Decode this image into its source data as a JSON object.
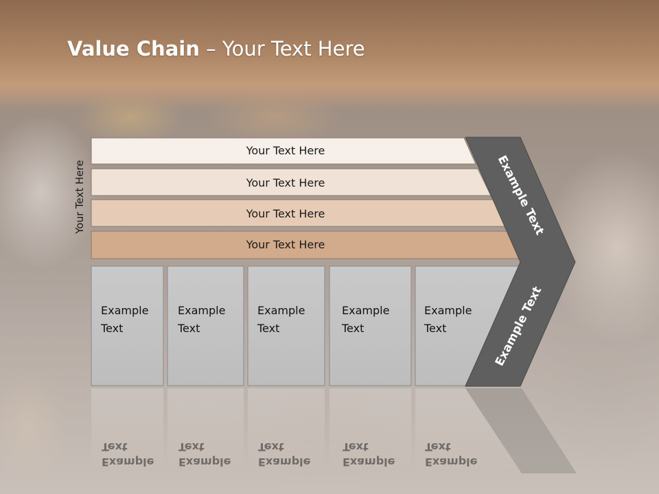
{
  "title": {
    "bold": "Value Chain",
    "rest": " – Your Text Here"
  },
  "side_label": "Your Text Here",
  "bars": [
    {
      "label": "Your Text Here",
      "color": "#f6efea"
    },
    {
      "label": "Your Text Here",
      "color": "#f0e2d6"
    },
    {
      "label": "Your Text Here",
      "color": "#e6ccb6"
    },
    {
      "label": "Your Text Here",
      "color": "#d2ab8c"
    }
  ],
  "boxes": [
    {
      "line1": "Example",
      "line2": "Text"
    },
    {
      "line1": "Example",
      "line2": "Text"
    },
    {
      "line1": "Example",
      "line2": "Text"
    },
    {
      "line1": "Example",
      "line2": "Text"
    },
    {
      "line1": "Example",
      "line2": "Text"
    }
  ],
  "chevron": {
    "upper_label": "Example Text",
    "lower_label": "Example Text",
    "color": "#5f5f5f"
  },
  "colors": {
    "box_fill": "#c4c4c4",
    "box_stroke": "#8a8a8a",
    "header_band": "#a98263"
  }
}
